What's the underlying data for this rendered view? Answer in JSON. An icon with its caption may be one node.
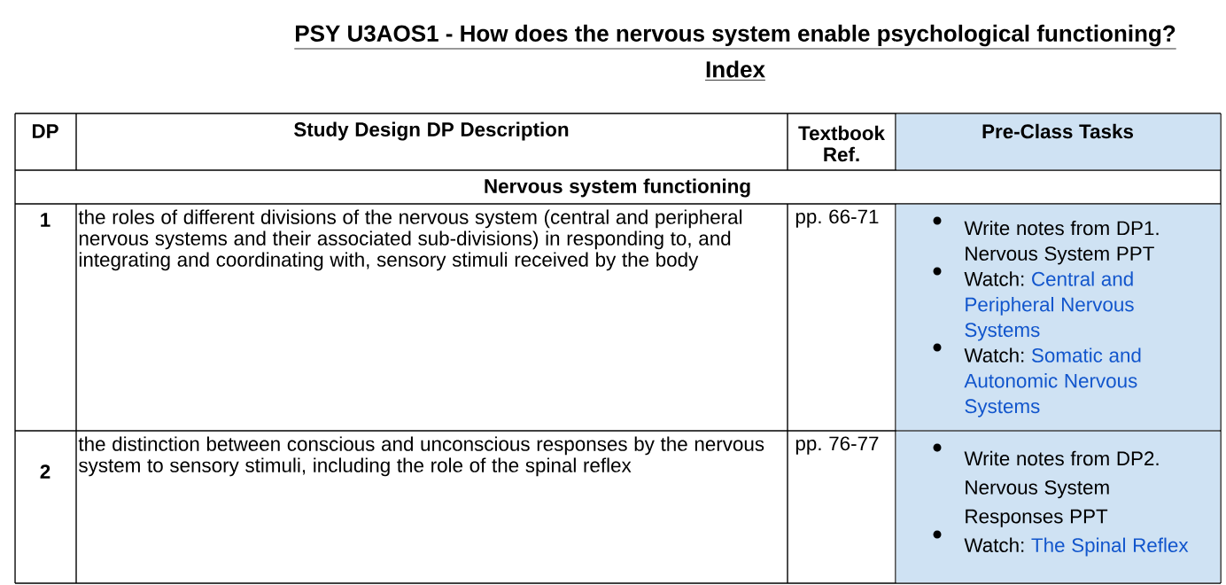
{
  "diagram": {
    "title": "PSY U3AOS1 - How does the nervous system enable psychological functioning?",
    "labels": [
      "Index",
      "DP",
      "Study Design DP Description",
      "Textbook Ref.",
      "Pre-Class Tasks",
      "Nervous system functioning",
      "1",
      "the roles of different divisions of the nervous system (central and peripheral nervous systems and their associated sub-divisions) in responding to, and integrating and coordinating with, sensory stimuli received by the body",
      "pp. 66-71",
      "Write notes from DP1. Nervous System PPT",
      "Watch:",
      "Central and Peripheral Nervous Systems",
      "Watch:",
      "Somatic and Autonomic Nervous Systems",
      "2",
      "the distinction between conscious and unconscious responses by the nervous system to sensory stimuli, including the role of the spinal reflex",
      "pp. 76-77",
      "Write notes from DP2. Nervous System Responses PPT",
      "Watch:",
      "The Spinal Reflex"
    ]
  }
}
